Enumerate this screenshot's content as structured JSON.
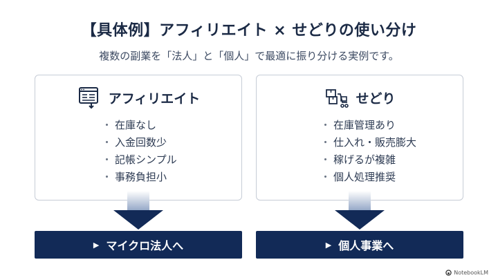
{
  "title": "【具体例】アフィリエイト × せどりの使い分け",
  "subtitle": "複数の副業を「法人」と「個人」で最適に振り分ける実例です。",
  "cards": [
    {
      "title": "アフィリエイト",
      "icon": "web-document-icon",
      "items": [
        "在庫なし",
        "入金回数少",
        "記帳シンプル",
        "事務負担小"
      ],
      "result": "マイクロ法人へ"
    },
    {
      "title": "せどり",
      "icon": "boxes-cart-icon",
      "items": [
        "在庫管理あり",
        "仕入れ・販売膨大",
        "稼げるが複雑",
        "個人処理推奨"
      ],
      "result": "個人事業へ"
    }
  ],
  "bullet": "・",
  "result_marker": "▶",
  "brand": "NotebookLM",
  "colors": {
    "navy": "#122a57",
    "border": "#c6ccd6",
    "text": "#1b2a45"
  }
}
